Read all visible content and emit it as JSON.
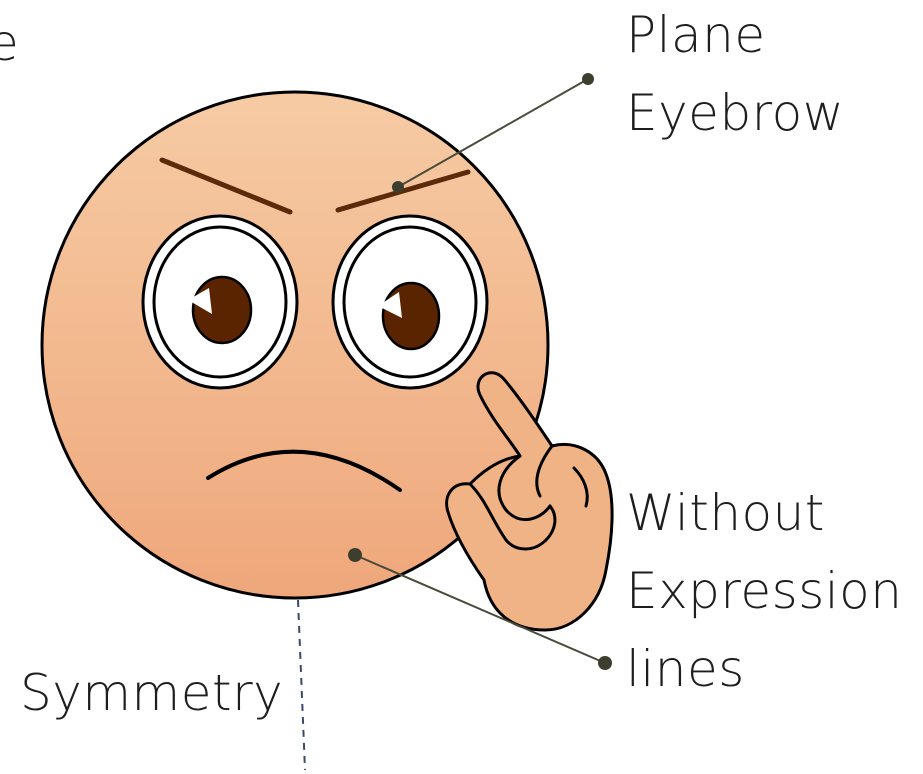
{
  "labels": {
    "top_left_fragment": "e",
    "plane": "Plane",
    "eyebrow": "Eyebrow",
    "without": "Without",
    "expression": "Expression",
    "lines": "lines",
    "symmetry": "Symmetry"
  },
  "colors": {
    "face_top": "#f6cba4",
    "face_bottom": "#efa77b",
    "hand": "#f0b386",
    "outline": "#000000",
    "eyebrow": "#5a2a0a",
    "iris": "#5b2400",
    "leader_line": "#4b4b3a",
    "leader_dot": "#3e3e2e",
    "symmetry_line": "#3a4a6a"
  }
}
